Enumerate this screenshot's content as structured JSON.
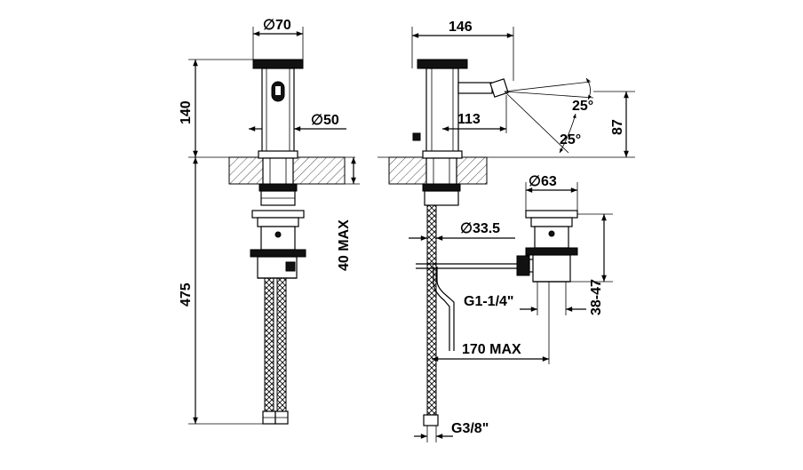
{
  "dimensions": {
    "d70": "∅70",
    "d146": "146",
    "d140": "140",
    "d50": "∅50",
    "d113": "113",
    "a25_top": "25°",
    "a25_bot": "25°",
    "d87": "87",
    "d63": "∅63",
    "max40": "40 MAX",
    "d475": "475",
    "d335": "∅33.5",
    "g114": "G1-1/4\"",
    "d3847": "38-47",
    "max170": "170 MAX",
    "g38": "G3/8\""
  }
}
